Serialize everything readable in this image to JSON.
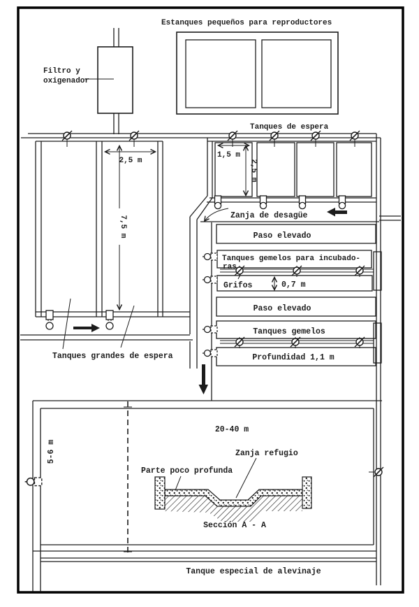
{
  "diagram": {
    "title": "Estanques pequeños para reproductores",
    "labels": {
      "filter_line1": "Filtro y",
      "filter_line2": "oxigenador",
      "holding_tanks": "Tanques de espera",
      "drainage_ditch": "Zanja de desagüe",
      "walkway_1": "Paso elevado",
      "incubator_tanks_line1": "Tanques gemelos para incubado-",
      "incubator_tanks_line2": "ras",
      "taps": "Grifos",
      "walkway_2": "Paso elevado",
      "twin_tanks": "Tanques gemelos",
      "depth": "Profundidad 1,1 m",
      "large_holding_tanks": "Tanques grandes de espera",
      "refuge_ditch": "Zanja refugio",
      "shallow_part": "Parte poco profunda",
      "section": "Sección A - A",
      "fry_tank": "Tanque especial de alevinaje"
    },
    "dimensions": {
      "large_tank_width": "2,5 m",
      "large_tank_length": "7,5 m",
      "small_tank_width": "1,5 m",
      "small_tank_length": "2,5 m",
      "incubator_width": "0,7 m",
      "fry_pond_length": "20-40 m",
      "fry_pond_width": "5-6 m"
    },
    "colors": {
      "ink": "#1c1c1c",
      "paper": "#ffffff"
    }
  }
}
